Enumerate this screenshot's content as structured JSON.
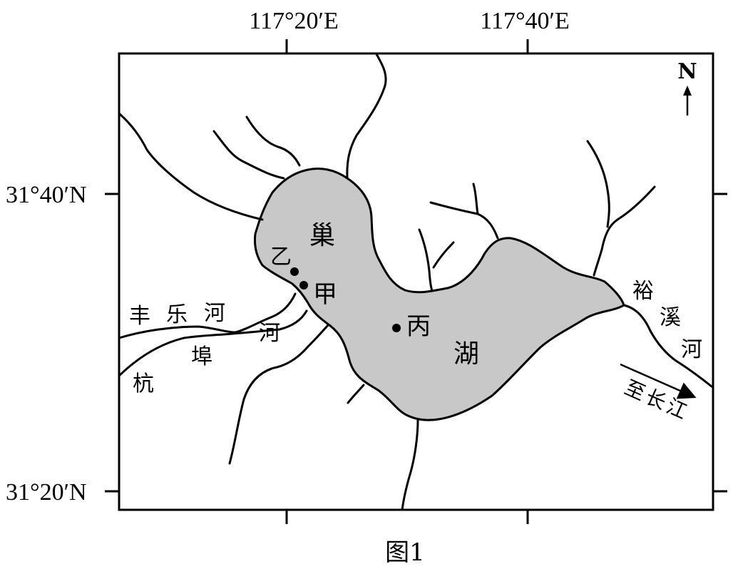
{
  "longitude_labels": [
    "117°20′E",
    "117°40′E"
  ],
  "latitude_labels": [
    "31°40′N",
    "31°20′N"
  ],
  "north_label": "N",
  "lake_name": [
    "巢",
    "湖"
  ],
  "points": [
    {
      "label": "乙"
    },
    {
      "label": "甲"
    },
    {
      "label": "丙"
    }
  ],
  "rivers": {
    "fengle": [
      "丰",
      "乐",
      "河"
    ],
    "hangbu": [
      "杭",
      "埠",
      "河"
    ],
    "yuxi": [
      "裕",
      "溪",
      "河"
    ],
    "to_yangtze": [
      "至",
      "长",
      "江"
    ]
  },
  "caption": "图1",
  "colors": {
    "lake_fill": "#c8c8c8",
    "line": "#000000",
    "background": "#ffffff"
  }
}
